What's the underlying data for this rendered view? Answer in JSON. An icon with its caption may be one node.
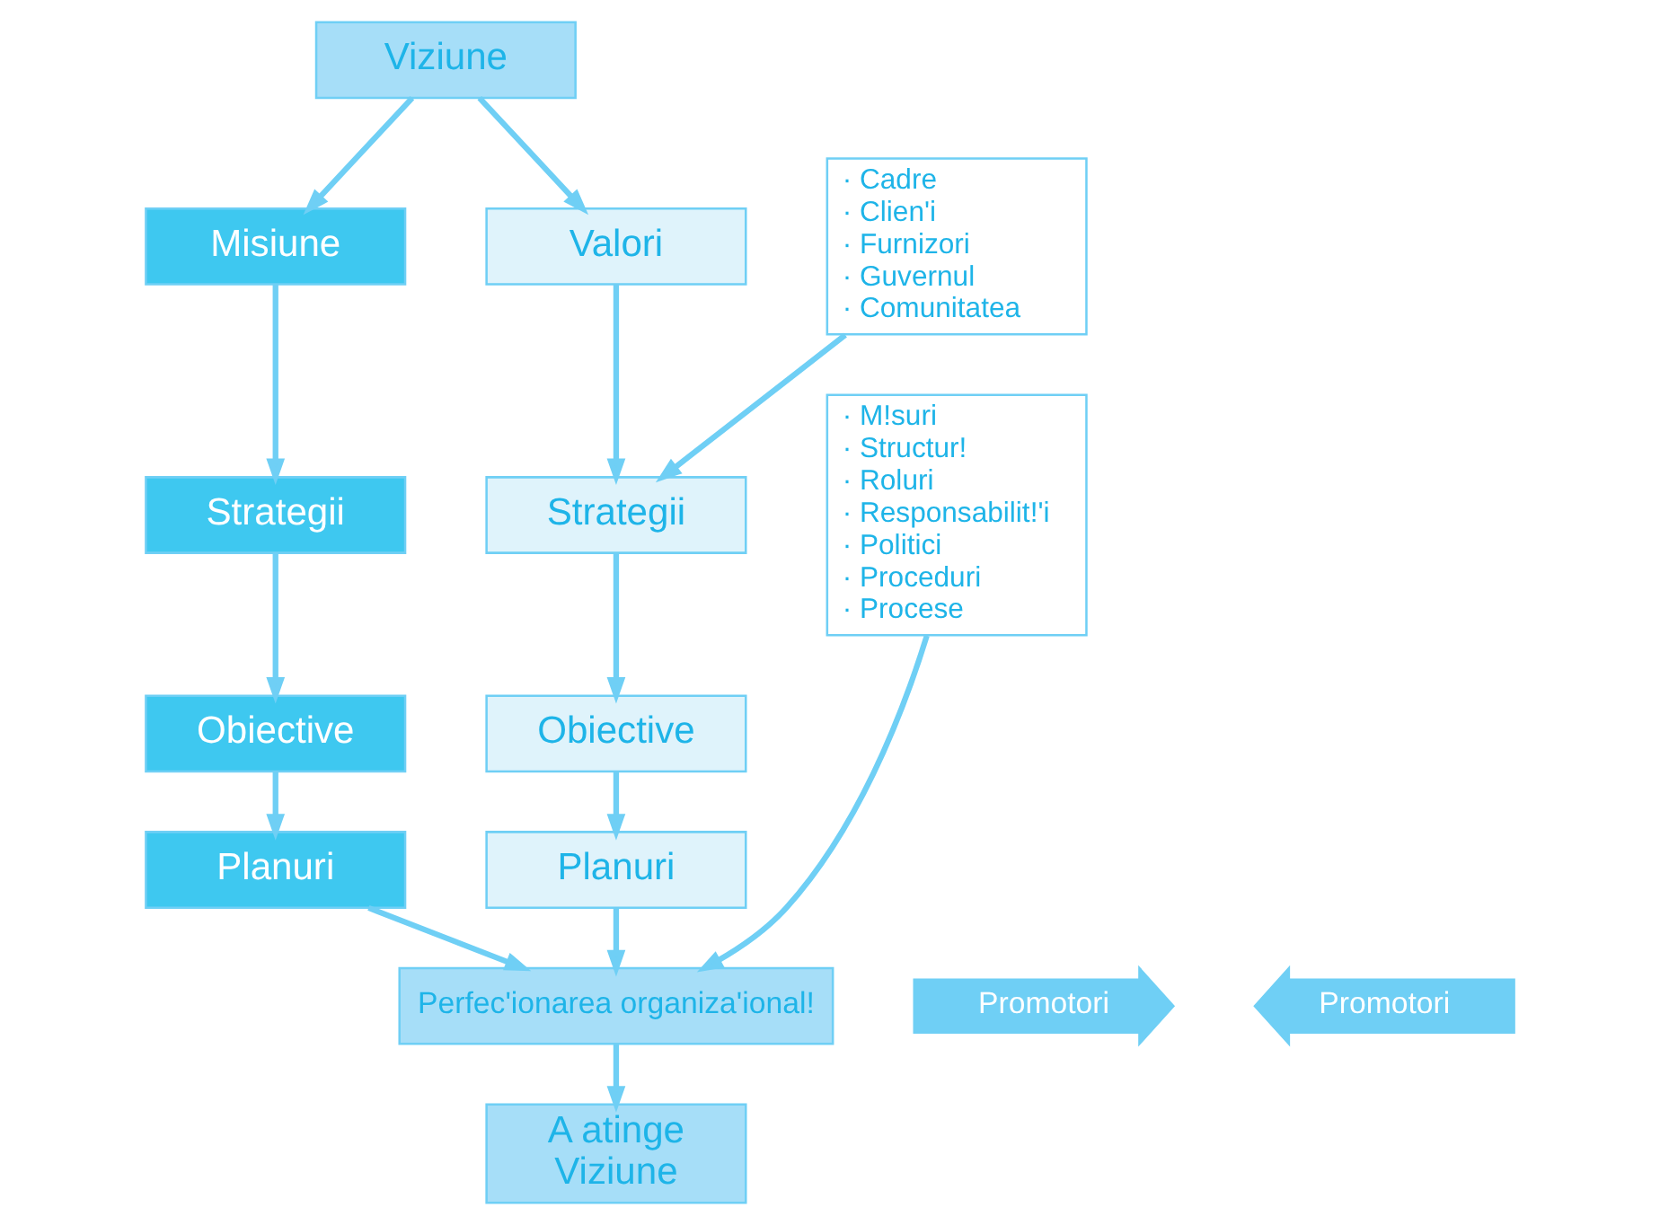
{
  "diagram": {
    "nodes": [
      {
        "text": [
          "Viziune"
        ]
      },
      {
        "text": [
          "Misiune"
        ]
      },
      {
        "text": [
          "Valori"
        ]
      },
      {
        "text": [
          "· Cadre",
          "· Clien'i",
          "· Furnizori",
          "· Guvernul",
          "· Comunitatea"
        ]
      },
      {
        "text": [
          "Strategii"
        ]
      },
      {
        "text": [
          "· M!suri",
          "· Structur!",
          "· Roluri",
          "· Responsabilit!'i",
          "· Politici",
          "· Proceduri",
          "· Procese"
        ]
      },
      {
        "text": [
          "Strategii"
        ]
      },
      {
        "text": [
          "Obiective"
        ]
      },
      {
        "text": [
          "Obiective"
        ]
      },
      {
        "text": [
          "Planuri"
        ]
      },
      {
        "text": [
          "Planuri"
        ]
      },
      {
        "text": [
          "Perfec'ionarea organiza'ional!"
        ]
      },
      {
        "text": [
          "Promotori"
        ]
      },
      {
        "text": [
          "Promotori"
        ]
      },
      {
        "text": [
          "A atinge",
          "Viziune"
        ]
      }
    ],
    "edges": [
      {
        "from": 0,
        "to": 1,
        "arrow": "to"
      },
      {
        "from": 0,
        "to": 2,
        "arrow": "to"
      },
      {
        "from": 1,
        "to": 4,
        "arrow": "to"
      },
      {
        "from": 4,
        "to": 7,
        "arrow": "to"
      },
      {
        "from": 7,
        "to": 9,
        "arrow": "to"
      },
      {
        "from": 9,
        "to": 11,
        "arrow": "to"
      },
      {
        "from": 2,
        "to": 6,
        "arrow": "to"
      },
      {
        "from": 3,
        "to": 6,
        "arrow": "to"
      },
      {
        "from": 6,
        "to": 8,
        "arrow": "to"
      },
      {
        "from": 8,
        "to": 10,
        "arrow": "to"
      },
      {
        "from": 10,
        "to": 11,
        "arrow": "to"
      },
      {
        "from": 5,
        "to": 11,
        "arrow": "to"
      },
      {
        "from": 11,
        "to": 14,
        "arrow": "to"
      }
    ]
  }
}
